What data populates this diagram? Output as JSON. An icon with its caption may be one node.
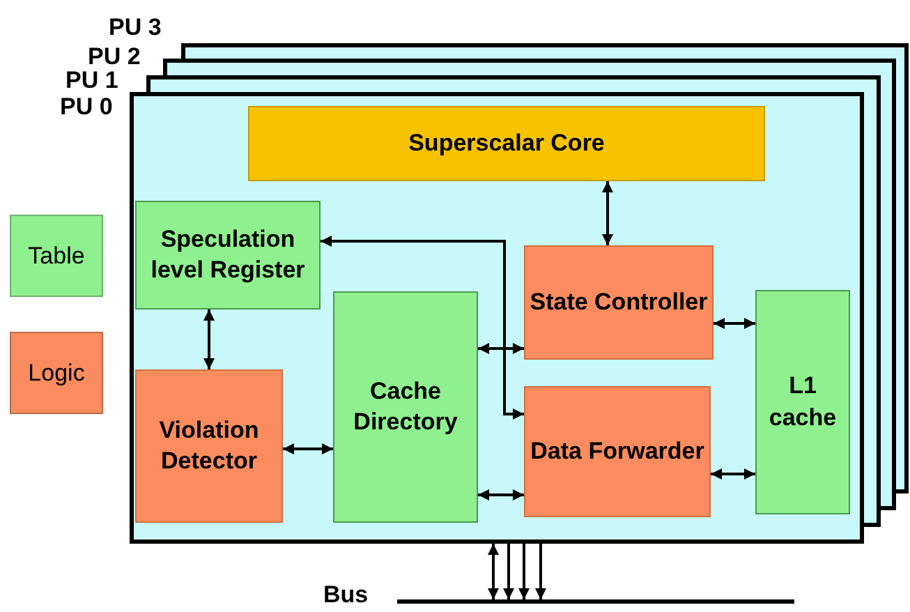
{
  "diagram": {
    "nodes": [
      {
        "text": [
          "PU 0"
        ]
      },
      {
        "text": [
          "Superscalar Core"
        ],
        "in": 0
      },
      {
        "text": [
          "Speculation level Register"
        ],
        "in": 0
      },
      {
        "text": [
          "State Controller"
        ],
        "in": 0
      },
      {
        "text": [
          "Cache Directory"
        ],
        "in": 0
      },
      {
        "text": [
          "L1 cache"
        ],
        "in": 0
      },
      {
        "text": [
          "Violation Detector"
        ],
        "in": 0
      },
      {
        "text": [
          "Data Forwarder"
        ],
        "in": 0
      },
      {
        "text": [],
        "shape": "bar",
        "beside": [
          "Bus"
        ]
      }
    ],
    "edges": [
      {
        "from": 1,
        "to": 3,
        "arrow": "both"
      },
      {
        "from": 4,
        "to": 2,
        "arrow": "to"
      },
      {
        "from": 4,
        "to": 7,
        "arrow": "to"
      },
      {
        "from": 2,
        "to": 6,
        "arrow": "both"
      },
      {
        "from": 6,
        "to": 4,
        "arrow": "both"
      },
      {
        "from": 4,
        "to": 3,
        "arrow": "both"
      },
      {
        "from": 4,
        "to": 7,
        "arrow": "both"
      },
      {
        "from": 3,
        "to": 5,
        "arrow": "both"
      },
      {
        "from": 7,
        "to": 5,
        "arrow": "both"
      },
      {
        "from": 0,
        "to": 8,
        "arrow": "both"
      },
      {
        "from": 0,
        "to": 8,
        "arrow": "to"
      },
      {
        "from": 0,
        "to": 8,
        "arrow": "to"
      },
      {
        "from": 0,
        "to": 8,
        "arrow": "to"
      }
    ],
    "labels": [
      "PU 3",
      "PU 2",
      "PU 1"
    ],
    "legend": [
      {
        "text": "Table",
        "color": "#8ef08e"
      },
      {
        "text": "Logic",
        "color": "#fa8c5f"
      }
    ]
  }
}
